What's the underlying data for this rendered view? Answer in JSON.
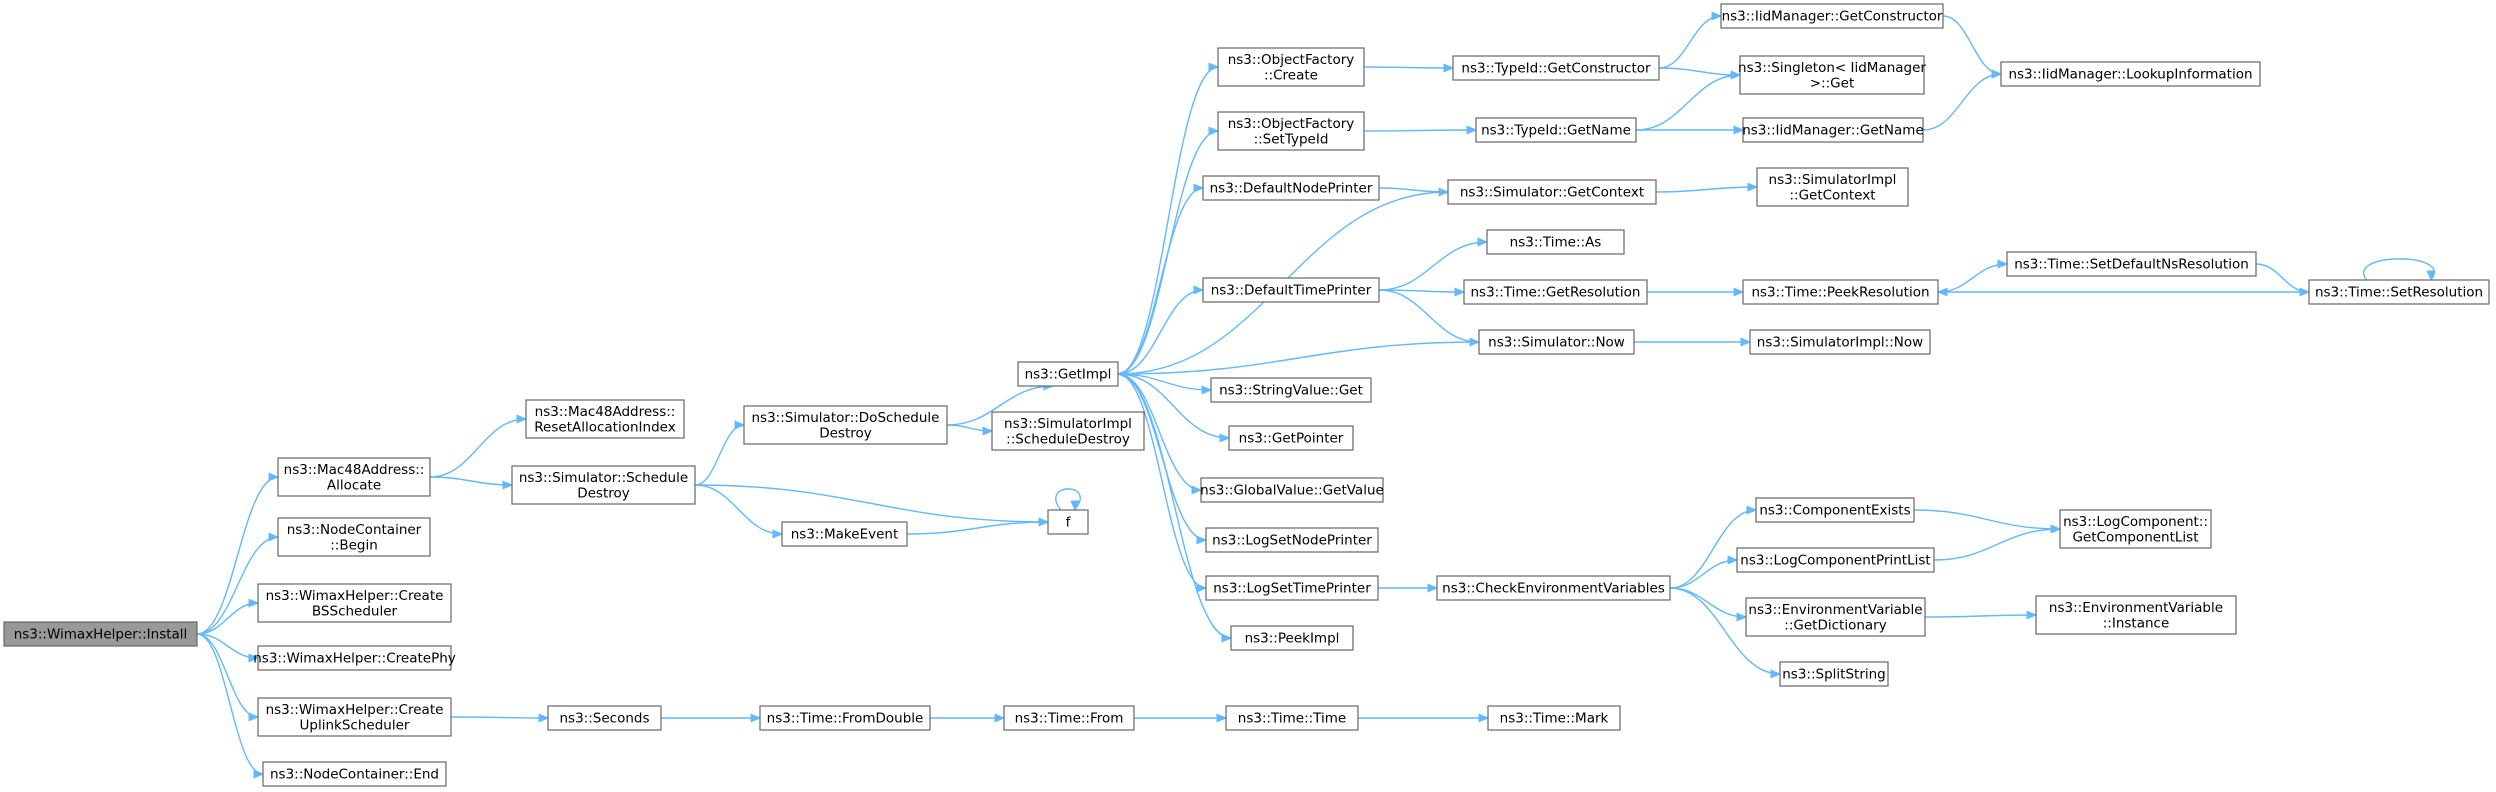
{
  "diagram": {
    "nodes": [
      {
        "id": "install",
        "lines": [
          "ns3::WimaxHelper::Install"
        ],
        "root": true
      },
      {
        "id": "mac_alloc",
        "lines": [
          "ns3::Mac48Address::",
          "Allocate"
        ]
      },
      {
        "id": "nc_begin",
        "lines": [
          "ns3::NodeContainer",
          "::Begin"
        ]
      },
      {
        "id": "bs_sched",
        "lines": [
          "ns3::WimaxHelper::Create",
          "BSScheduler"
        ]
      },
      {
        "id": "create_phy",
        "lines": [
          "ns3::WimaxHelper::CreatePhy"
        ]
      },
      {
        "id": "ul_sched",
        "lines": [
          "ns3::WimaxHelper::Create",
          "UplinkScheduler"
        ]
      },
      {
        "id": "nc_end",
        "lines": [
          "ns3::NodeContainer::End"
        ]
      },
      {
        "id": "reset_alloc",
        "lines": [
          "ns3::Mac48Address::",
          "ResetAllocationIndex"
        ]
      },
      {
        "id": "sched_destroy",
        "lines": [
          "ns3::Simulator::Schedule",
          "Destroy"
        ]
      },
      {
        "id": "seconds",
        "lines": [
          "ns3::Seconds"
        ]
      },
      {
        "id": "do_sched_destroy",
        "lines": [
          "ns3::Simulator::DoSchedule",
          "Destroy"
        ]
      },
      {
        "id": "make_event",
        "lines": [
          "ns3::MakeEvent"
        ]
      },
      {
        "id": "from_double",
        "lines": [
          "ns3::Time::FromDouble"
        ]
      },
      {
        "id": "getimpl",
        "lines": [
          "ns3::GetImpl"
        ]
      },
      {
        "id": "simimpl_sched_destroy",
        "lines": [
          "ns3::SimulatorImpl",
          "::ScheduleDestroy"
        ]
      },
      {
        "id": "f",
        "lines": [
          "f"
        ]
      },
      {
        "id": "time_from",
        "lines": [
          "ns3::Time::From"
        ]
      },
      {
        "id": "of_create",
        "lines": [
          "ns3::ObjectFactory",
          "::Create"
        ]
      },
      {
        "id": "of_settypeid",
        "lines": [
          "ns3::ObjectFactory",
          "::SetTypeId"
        ]
      },
      {
        "id": "default_node_printer",
        "lines": [
          "ns3::DefaultNodePrinter"
        ]
      },
      {
        "id": "default_time_printer",
        "lines": [
          "ns3::DefaultTimePrinter"
        ]
      },
      {
        "id": "stringvalue_get",
        "lines": [
          "ns3::StringValue::Get"
        ]
      },
      {
        "id": "getpointer",
        "lines": [
          "ns3::GetPointer"
        ]
      },
      {
        "id": "globalvalue_getvalue",
        "lines": [
          "ns3::GlobalValue::GetValue"
        ]
      },
      {
        "id": "logsetnodeprinter",
        "lines": [
          "ns3::LogSetNodePrinter"
        ]
      },
      {
        "id": "logsettimeprinter",
        "lines": [
          "ns3::LogSetTimePrinter"
        ]
      },
      {
        "id": "peekimpl",
        "lines": [
          "ns3::PeekImpl"
        ]
      },
      {
        "id": "time_time",
        "lines": [
          "ns3::Time::Time"
        ]
      },
      {
        "id": "typeid_getconstructor",
        "lines": [
          "ns3::TypeId::GetConstructor"
        ]
      },
      {
        "id": "typeid_getname",
        "lines": [
          "ns3::TypeId::GetName"
        ]
      },
      {
        "id": "sim_getcontext",
        "lines": [
          "ns3::Simulator::GetContext"
        ]
      },
      {
        "id": "time_as",
        "lines": [
          "ns3::Time::As"
        ]
      },
      {
        "id": "time_getresolution",
        "lines": [
          "ns3::Time::GetResolution"
        ]
      },
      {
        "id": "sim_now",
        "lines": [
          "ns3::Simulator::Now"
        ]
      },
      {
        "id": "check_env_vars",
        "lines": [
          "ns3::CheckEnvironmentVariables"
        ]
      },
      {
        "id": "time_mark",
        "lines": [
          "ns3::Time::Mark"
        ]
      },
      {
        "id": "iid_getconstructor",
        "lines": [
          "ns3::IidManager::GetConstructor"
        ]
      },
      {
        "id": "singleton_get",
        "lines": [
          "ns3::Singleton< IidManager",
          ">::Get"
        ]
      },
      {
        "id": "iid_getname",
        "lines": [
          "ns3::IidManager::GetName"
        ]
      },
      {
        "id": "simimpl_getcontext",
        "lines": [
          "ns3::SimulatorImpl",
          "::GetContext"
        ]
      },
      {
        "id": "time_peekresolution",
        "lines": [
          "ns3::Time::PeekResolution"
        ]
      },
      {
        "id": "simimpl_now",
        "lines": [
          "ns3::SimulatorImpl::Now"
        ]
      },
      {
        "id": "component_exists",
        "lines": [
          "ns3::ComponentExists"
        ]
      },
      {
        "id": "logcomponent_printlist",
        "lines": [
          "ns3::LogComponentPrintList"
        ]
      },
      {
        "id": "envvar_getdictionary",
        "lines": [
          "ns3::EnvironmentVariable",
          "::GetDictionary"
        ]
      },
      {
        "id": "splitstring",
        "lines": [
          "ns3::SplitString"
        ]
      },
      {
        "id": "iid_lookupinformation",
        "lines": [
          "ns3::IidManager::LookupInformation"
        ]
      },
      {
        "id": "time_setdefaultnsresolution",
        "lines": [
          "ns3::Time::SetDefaultNsResolution"
        ]
      },
      {
        "id": "logcomponent_getcomponentlist",
        "lines": [
          "ns3::LogComponent::",
          "GetComponentList"
        ]
      },
      {
        "id": "envvar_instance",
        "lines": [
          "ns3::EnvironmentVariable",
          "::Instance"
        ]
      },
      {
        "id": "time_setresolution",
        "lines": [
          "ns3::Time::SetResolution"
        ]
      }
    ],
    "edges": [
      [
        "install",
        "mac_alloc"
      ],
      [
        "install",
        "nc_begin"
      ],
      [
        "install",
        "bs_sched"
      ],
      [
        "install",
        "create_phy"
      ],
      [
        "install",
        "ul_sched"
      ],
      [
        "install",
        "nc_end"
      ],
      [
        "mac_alloc",
        "reset_alloc"
      ],
      [
        "mac_alloc",
        "sched_destroy"
      ],
      [
        "sched_destroy",
        "do_sched_destroy"
      ],
      [
        "sched_destroy",
        "f"
      ],
      [
        "sched_destroy",
        "make_event"
      ],
      [
        "make_event",
        "f"
      ],
      [
        "f",
        "f"
      ],
      [
        "do_sched_destroy",
        "getimpl"
      ],
      [
        "do_sched_destroy",
        "simimpl_sched_destroy"
      ],
      [
        "ul_sched",
        "seconds"
      ],
      [
        "seconds",
        "from_double"
      ],
      [
        "from_double",
        "time_from"
      ],
      [
        "time_from",
        "time_time"
      ],
      [
        "time_time",
        "time_mark"
      ],
      [
        "getimpl",
        "of_create"
      ],
      [
        "getimpl",
        "of_settypeid"
      ],
      [
        "getimpl",
        "default_node_printer"
      ],
      [
        "getimpl",
        "default_time_printer"
      ],
      [
        "getimpl",
        "stringvalue_get"
      ],
      [
        "getimpl",
        "getpointer"
      ],
      [
        "getimpl",
        "globalvalue_getvalue"
      ],
      [
        "getimpl",
        "logsetnodeprinter"
      ],
      [
        "getimpl",
        "logsettimeprinter"
      ],
      [
        "getimpl",
        "peekimpl"
      ],
      [
        "sim_getcontext",
        "getimpl"
      ],
      [
        "sim_now",
        "getimpl"
      ],
      [
        "of_create",
        "typeid_getconstructor"
      ],
      [
        "of_settypeid",
        "typeid_getname"
      ],
      [
        "default_node_printer",
        "sim_getcontext"
      ],
      [
        "default_time_printer",
        "time_as"
      ],
      [
        "default_time_printer",
        "time_getresolution"
      ],
      [
        "default_time_printer",
        "sim_now"
      ],
      [
        "logsettimeprinter",
        "check_env_vars"
      ],
      [
        "typeid_getconstructor",
        "iid_getconstructor"
      ],
      [
        "typeid_getconstructor",
        "singleton_get"
      ],
      [
        "typeid_getname",
        "singleton_get"
      ],
      [
        "typeid_getname",
        "iid_getname"
      ],
      [
        "iid_getconstructor",
        "iid_lookupinformation"
      ],
      [
        "iid_getname",
        "iid_lookupinformation"
      ],
      [
        "sim_getcontext",
        "simimpl_getcontext"
      ],
      [
        "sim_now",
        "simimpl_now"
      ],
      [
        "time_getresolution",
        "time_peekresolution"
      ],
      [
        "time_peekresolution",
        "time_setdefaultnsresolution"
      ],
      [
        "time_setdefaultnsresolution",
        "time_setresolution"
      ],
      [
        "time_setresolution",
        "time_peekresolution"
      ],
      [
        "time_setresolution",
        "time_setresolution"
      ],
      [
        "check_env_vars",
        "component_exists"
      ],
      [
        "check_env_vars",
        "logcomponent_printlist"
      ],
      [
        "check_env_vars",
        "envvar_getdictionary"
      ],
      [
        "check_env_vars",
        "splitstring"
      ],
      [
        "component_exists",
        "logcomponent_getcomponentlist"
      ],
      [
        "logcomponent_printlist",
        "logcomponent_getcomponentlist"
      ],
      [
        "envvar_getdictionary",
        "envvar_instance"
      ]
    ],
    "colors": {
      "edge": "#63b8ff",
      "node_border": "#666666",
      "root_fill": "#999999",
      "node_fill": "#ffffff"
    }
  }
}
